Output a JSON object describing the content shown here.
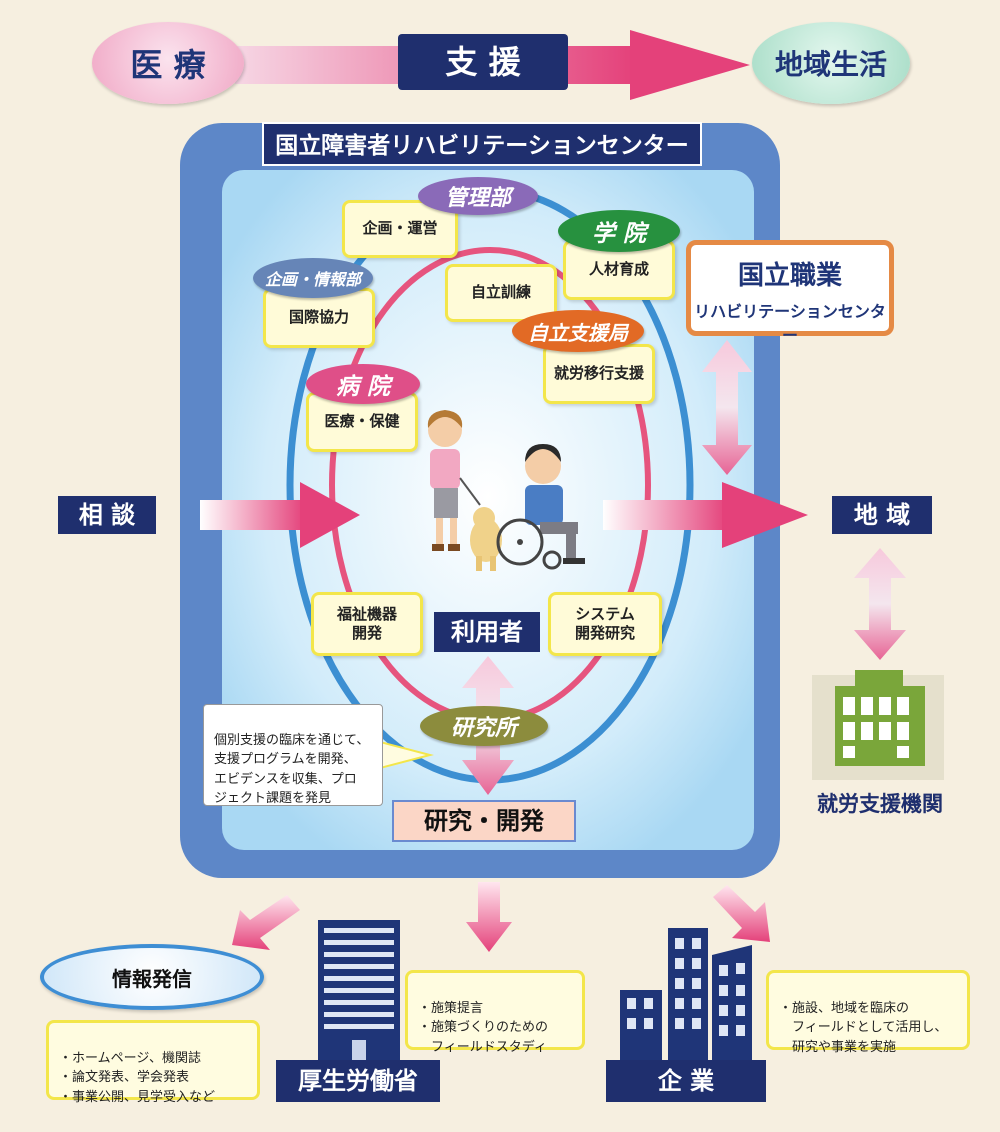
{
  "top": {
    "left": "医 療",
    "center": "支 援",
    "right": "地域生活"
  },
  "center_title": "国立障害者リハビリテーションセンター",
  "departments": {
    "kanri": "管理部",
    "gakuin": "学 院",
    "kikaku": "企画・情報部",
    "jiritsu": "自立支援局",
    "byoin": "病 院",
    "kenkyu": "研究所"
  },
  "functions": {
    "kikaku_unei": "企画・運営",
    "jinzai": "人材育成",
    "kokusai": "国際協力",
    "jiritsu_kunren": "自立訓練",
    "shuro": "就労移行支援",
    "iryo_hoken": "医療・保健",
    "fukushi": "福祉機器\n開発",
    "system": "システム\n開発研究"
  },
  "user_label": "利用者",
  "research_label": "研究・開発",
  "speech_note": "個別支援の臨床を通じて、\n支援プログラムを開発、\nエビデンスを収集、プロ\nジェクト課題を発見",
  "vocational": {
    "line1": "国立職業",
    "line2": "リハビリテーションセンター"
  },
  "side": {
    "left": "相 談",
    "right": "地 域"
  },
  "employment_agency": "就労支援機関",
  "info": {
    "title": "情報発信",
    "items": "・ホームページ、機関誌\n・論文発表、学会発表\n・事業公開、見学受入など"
  },
  "ministry": {
    "label": "厚生労働省",
    "items": "・施策提言\n・施策づくりのための\n　フィールドスタディ"
  },
  "enterprise": {
    "label": "企 業",
    "items": "・施設、地域を臨床の\n　フィールドとして活用し、\n　研究や事業を実施"
  },
  "colors": {
    "navy": "#1f2f6e",
    "frame_blue": "#5d87c8",
    "pink_arrow": "#e4417a",
    "yellow_border": "#f3e64a",
    "orange_border": "#e58a45",
    "green": "#7aa63a"
  }
}
